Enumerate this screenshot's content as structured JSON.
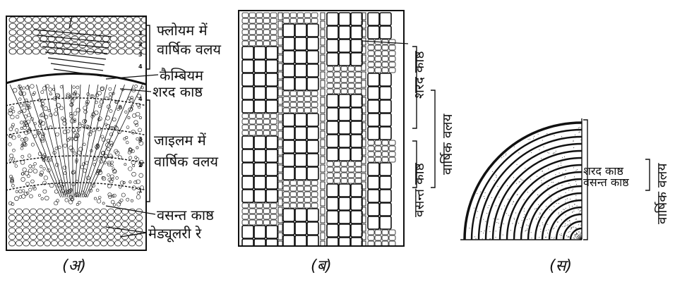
{
  "panel_a": {
    "labels": {
      "phloem_rings": "फ्लोयम में\nवार्षिक वलय",
      "cambium": "कैम्बियम",
      "autumn_wood": "शरद काष्ठ",
      "xylem_rings": "जाइलम में\nवार्षिक वलय",
      "spring_wood": "वसन्त काष्ठ",
      "medullary_rays": "मेड्यूलरी रे"
    },
    "phloem_numbers": [
      "1",
      "2",
      "3",
      "4"
    ],
    "xylem_numbers": [
      "4",
      "3",
      "2",
      "1"
    ],
    "caption": "(अ)"
  },
  "panel_b": {
    "labels": {
      "autumn_wood": "शरद काष्ठ",
      "spring_wood": "वसन्त काष्ठ",
      "annual_ring": "वार्षिक वलय"
    },
    "caption": "(ब)"
  },
  "panel_c": {
    "labels": {
      "autumn_wood": "शरद काष्ठ",
      "spring_wood": "वसन्त काष्ठ",
      "annual_ring": "वार्षिक वलय"
    },
    "caption": "(स)"
  },
  "colors": {
    "ink": "#111111",
    "background": "#ffffff"
  }
}
